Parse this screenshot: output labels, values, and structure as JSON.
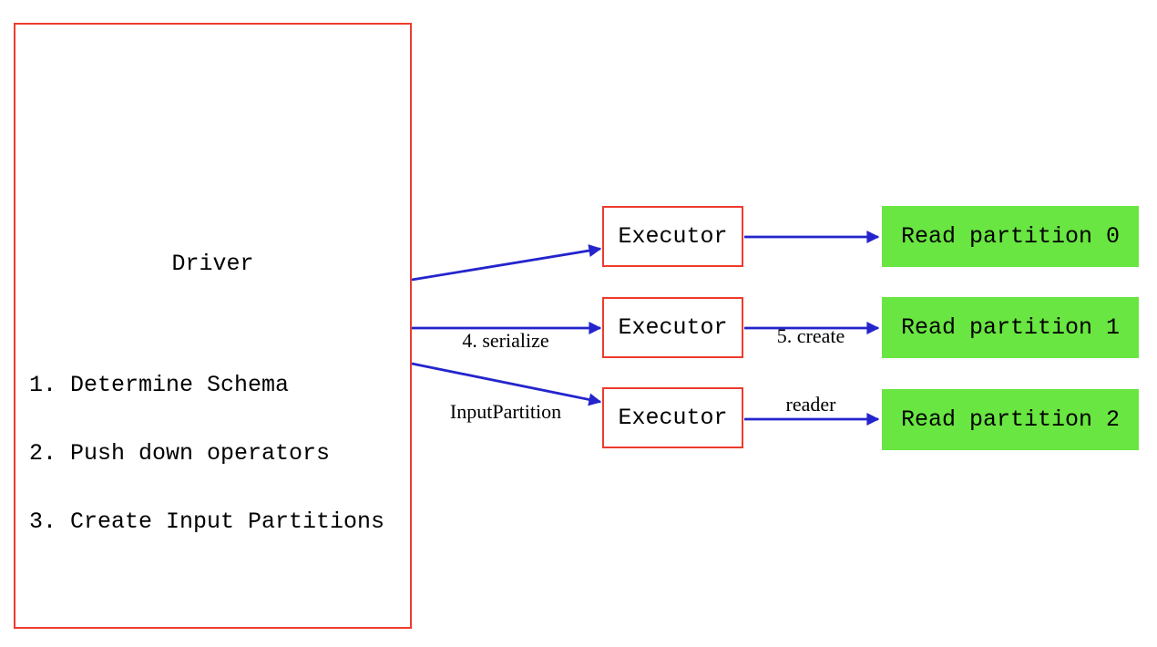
{
  "diagram": {
    "driver": {
      "title": "Driver",
      "steps": [
        "1. Determine Schema",
        "2. Push down operators",
        "3. Create Input Partitions"
      ]
    },
    "executors": [
      "Executor",
      "Executor",
      "Executor"
    ],
    "partitions": [
      "Read partition 0",
      "Read partition 1",
      "Read partition 2"
    ],
    "arrow_labels": {
      "serialize": {
        "line1": "4. serialize",
        "line2": "InputPartition"
      },
      "reader": {
        "line1": "5. create",
        "line2": "reader"
      }
    },
    "colors": {
      "box_border_red": "#ee3b2e",
      "arrow_blue": "#2424cd",
      "partition_green": "#69e641",
      "text_black": "#000000"
    }
  }
}
